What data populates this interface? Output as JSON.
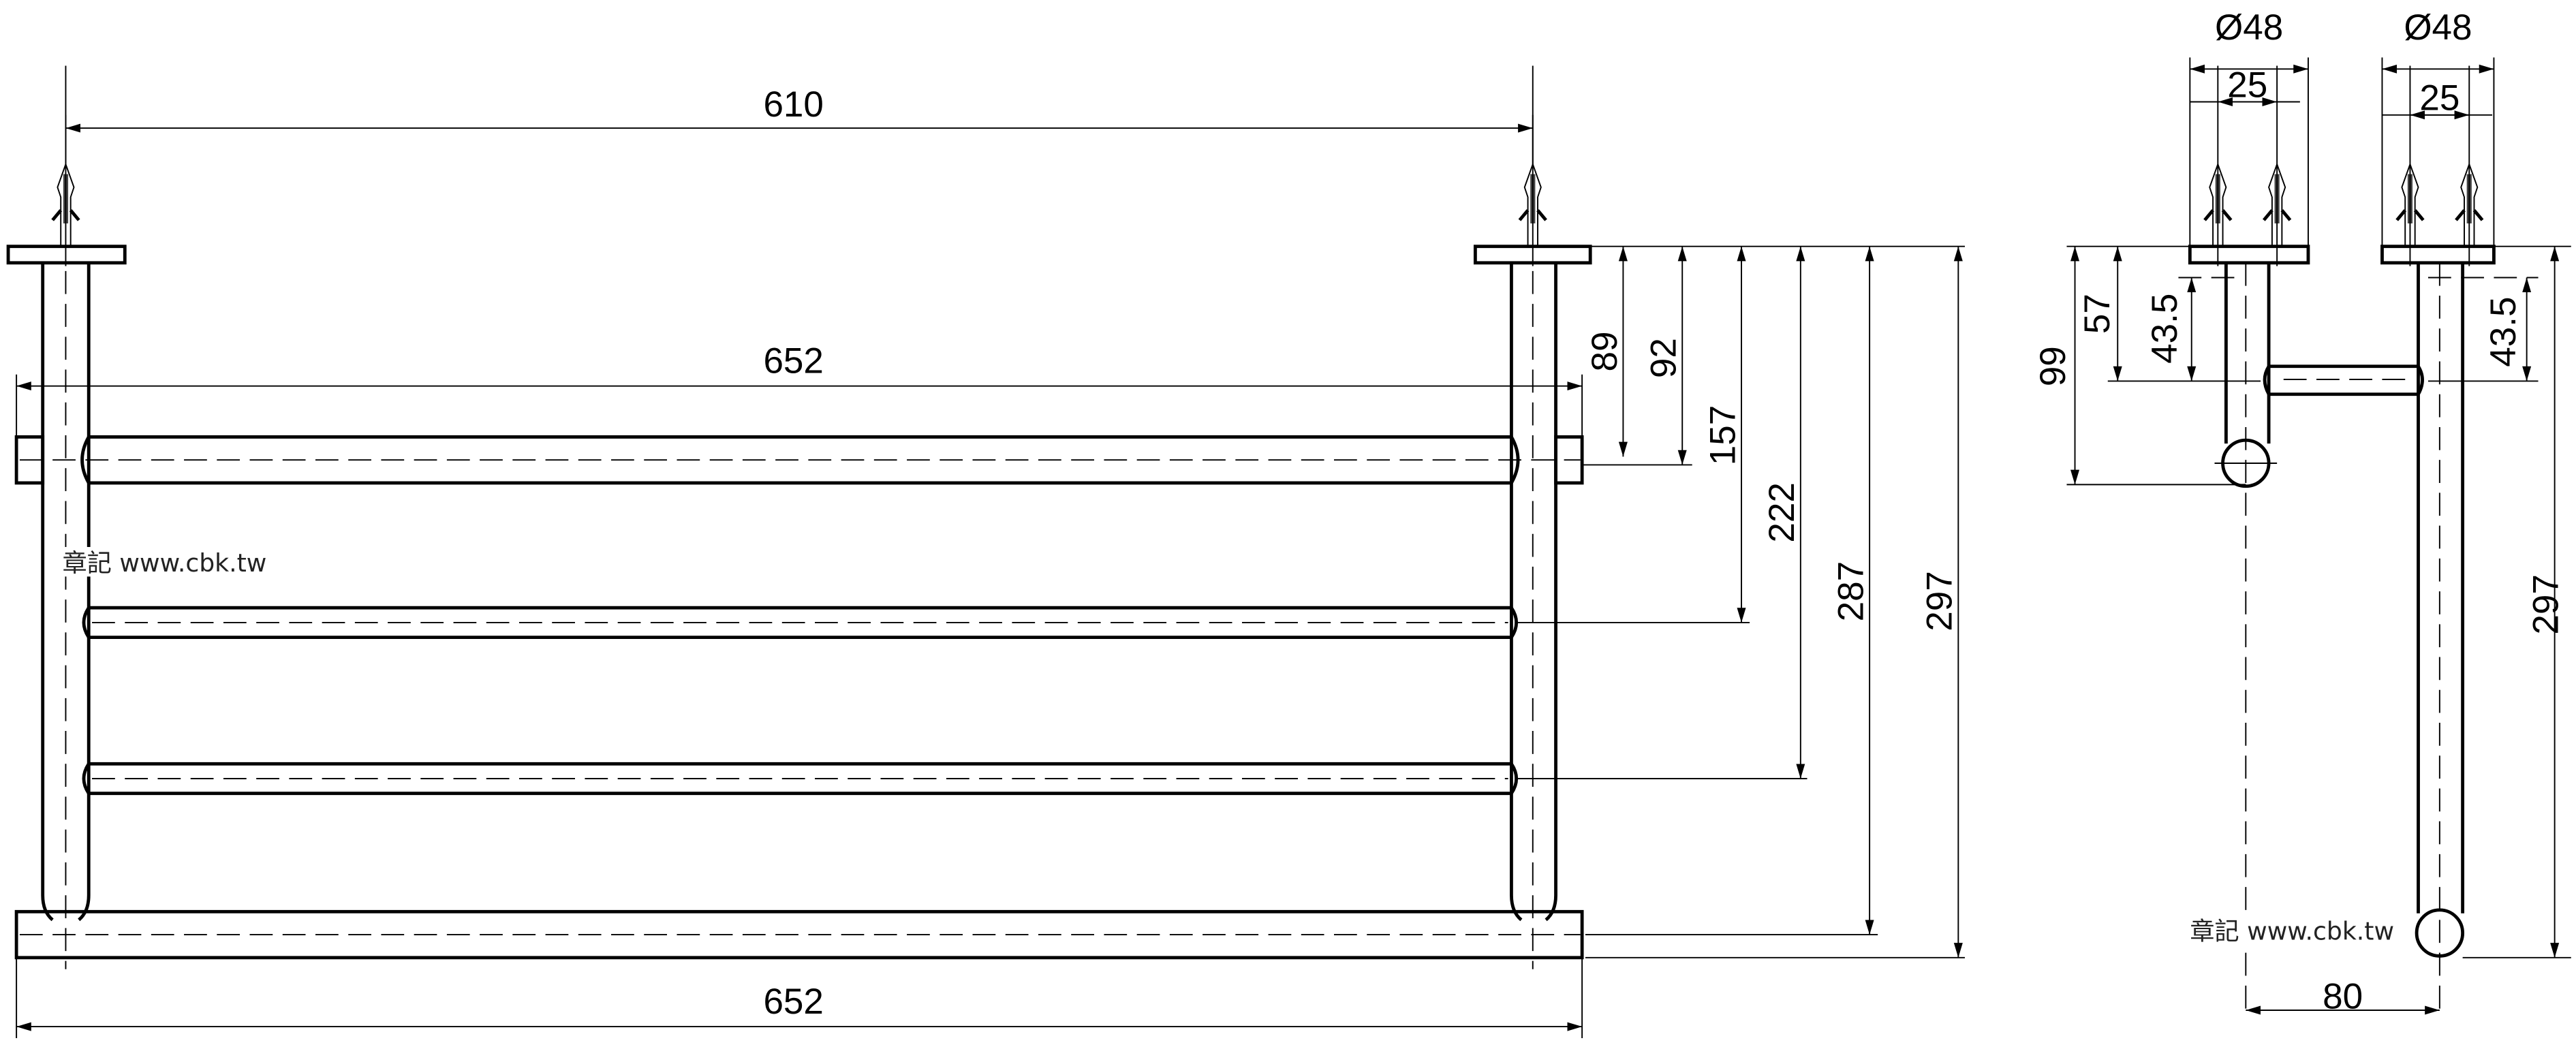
{
  "front_view": {
    "dims": {
      "bracket_spacing": "610",
      "top_bar_length": "652",
      "bottom_bar_length": "652",
      "to_top_bar_edge": "89",
      "to_top_bar_center": "92",
      "to_second_bar": "157",
      "to_third_bar": "222",
      "to_bottom_bar_center": "287",
      "overall_height": "297"
    },
    "watermark": "章記 www.cbk.tw"
  },
  "side_view": {
    "dims": {
      "plate_diameter_left": "Ø48",
      "plate_diameter_right": "Ø48",
      "screw_spacing_left": "25",
      "screw_spacing_right": "25",
      "depth_to_top_bar": "99",
      "crossbar_drop": "57",
      "crossbar_offset_left": "43.5",
      "crossbar_offset_right": "43.5",
      "overall_height": "297",
      "projection": "80"
    },
    "watermark": "章記 www.cbk.tw"
  }
}
